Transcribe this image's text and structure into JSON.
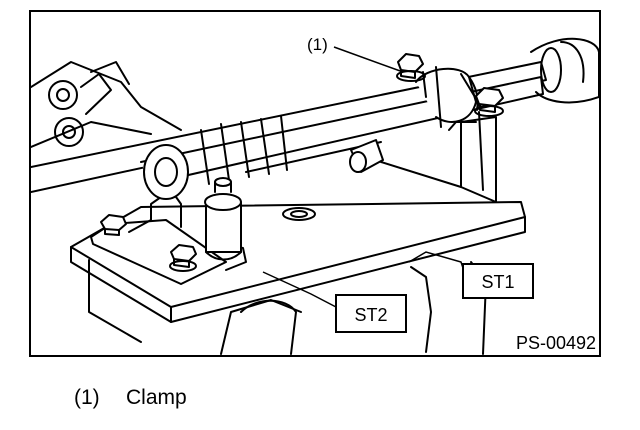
{
  "figure": {
    "callout_marker": "(1)",
    "tool_label_1": "ST1",
    "tool_label_2": "ST2",
    "figure_code": "PS-00492"
  },
  "legend": {
    "items": [
      {
        "number": "(1)",
        "label": "Clamp"
      }
    ]
  }
}
